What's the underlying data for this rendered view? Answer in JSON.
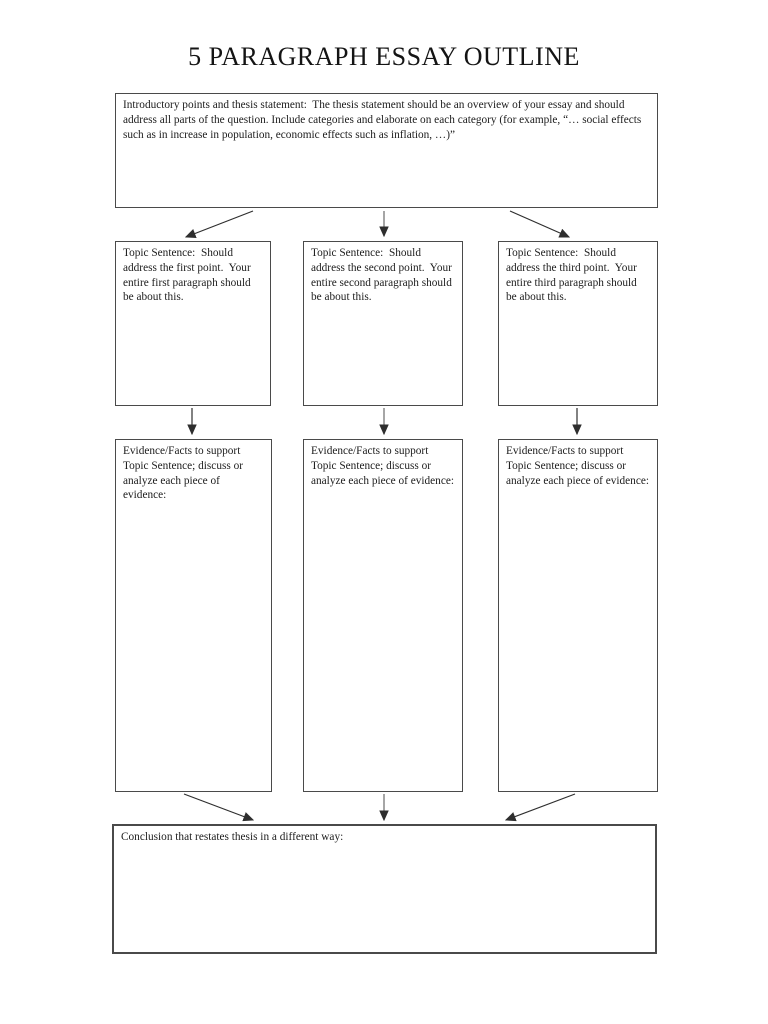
{
  "title": "5 PARAGRAPH ESSAY OUTLINE",
  "colors": {
    "page_background": "#ffffff",
    "box_border": "#4a4a4a",
    "text": "#1c1c1c",
    "arrow": "#2e2e2e"
  },
  "intro_box": {
    "text": "Introductory points and thesis statement:  The thesis statement should be an overview of your essay and should address all parts of the question. Include categories and elaborate on each category (for example, “… social effects such as in increase in population, economic effects such as inflation, …)”"
  },
  "topic_boxes": [
    {
      "text": "Topic Sentence:  Should address the first point.  Your entire first paragraph should be about this."
    },
    {
      "text": "Topic Sentence:  Should address the second point.  Your entire second paragraph should be about this."
    },
    {
      "text": "Topic Sentence:  Should address the third point.  Your entire third paragraph should be about this."
    }
  ],
  "evidence_boxes": [
    {
      "text": "Evidence/Facts to support Topic Sentence; discuss or analyze each piece of evidence:"
    },
    {
      "text": "Evidence/Facts to support Topic Sentence; discuss or analyze each piece of evidence:"
    },
    {
      "text": "Evidence/Facts to support Topic Sentence; discuss or analyze each piece of evidence:"
    }
  ],
  "conclusion_box": {
    "text": "Conclusion that restates thesis in a different way:"
  },
  "connectors": [
    {
      "from": "intro-box",
      "to": "topic-box-1"
    },
    {
      "from": "intro-box",
      "to": "topic-box-2"
    },
    {
      "from": "intro-box",
      "to": "topic-box-3"
    },
    {
      "from": "topic-box-1",
      "to": "evidence-box-1"
    },
    {
      "from": "topic-box-2",
      "to": "evidence-box-2"
    },
    {
      "from": "topic-box-3",
      "to": "evidence-box-3"
    },
    {
      "from": "evidence-box-1",
      "to": "conclusion-box"
    },
    {
      "from": "evidence-box-2",
      "to": "conclusion-box"
    },
    {
      "from": "evidence-box-3",
      "to": "conclusion-box"
    }
  ]
}
